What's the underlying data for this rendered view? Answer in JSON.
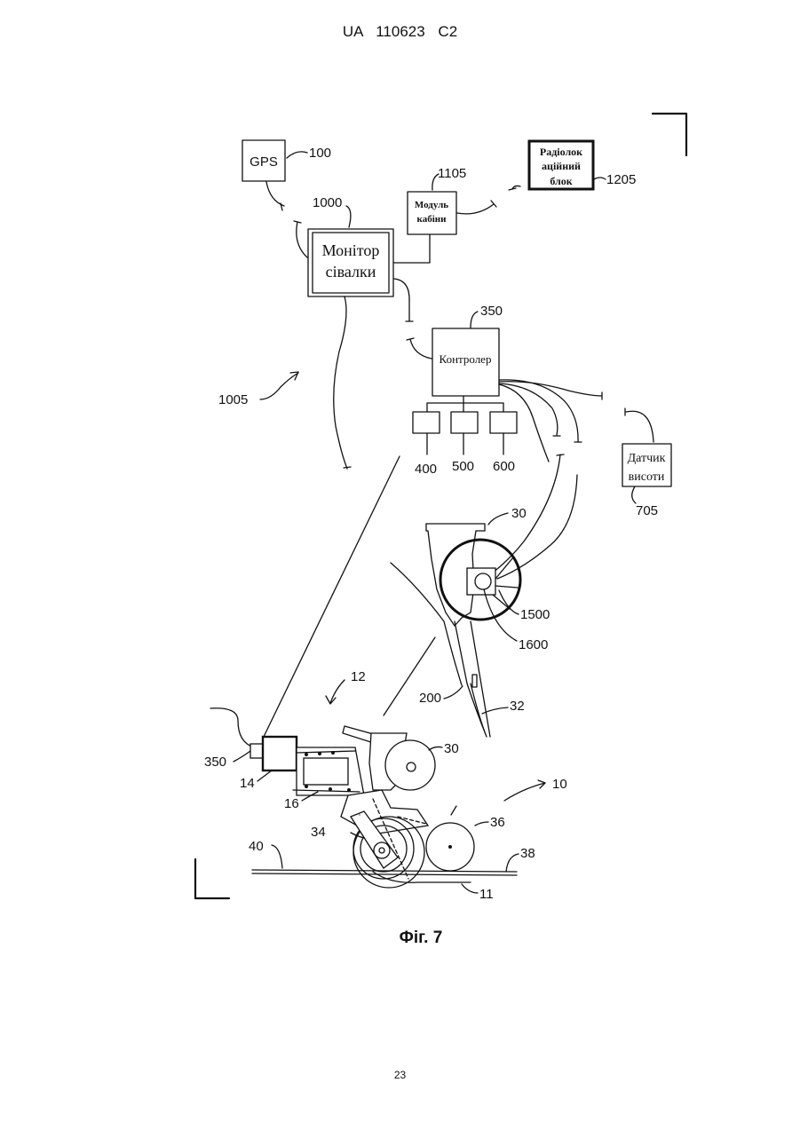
{
  "header": {
    "doc_id": "UA   110623   C2"
  },
  "figure": {
    "caption": "Фіг. 7",
    "boxes": {
      "gps": "GPS",
      "monitor_1": "Монітор",
      "monitor_2": "сівалки",
      "cab_1": "Модуль",
      "cab_2": "кабіни",
      "radar_1": "Радіолок",
      "radar_2": "аційний",
      "radar_3": "блок",
      "controller": "Контролер",
      "sensor_1": "Датчик",
      "sensor_2": "висоти"
    },
    "refs": {
      "r100": "100",
      "r1000": "1000",
      "r1105": "1105",
      "r1205": "1205",
      "r350_top": "350",
      "r1005": "1005",
      "r400": "400",
      "r500": "500",
      "r600": "600",
      "r705": "705",
      "r30_top": "30",
      "r1500": "1500",
      "r1600": "1600",
      "r200": "200",
      "r32": "32",
      "r12": "12",
      "r30_bottom": "30",
      "r10": "10",
      "r350_bottom": "350",
      "r14": "14",
      "r16": "16",
      "r36": "36",
      "r34": "34",
      "r40": "40",
      "r38": "38",
      "r11": "11"
    }
  },
  "footer": {
    "page_number": "23"
  }
}
